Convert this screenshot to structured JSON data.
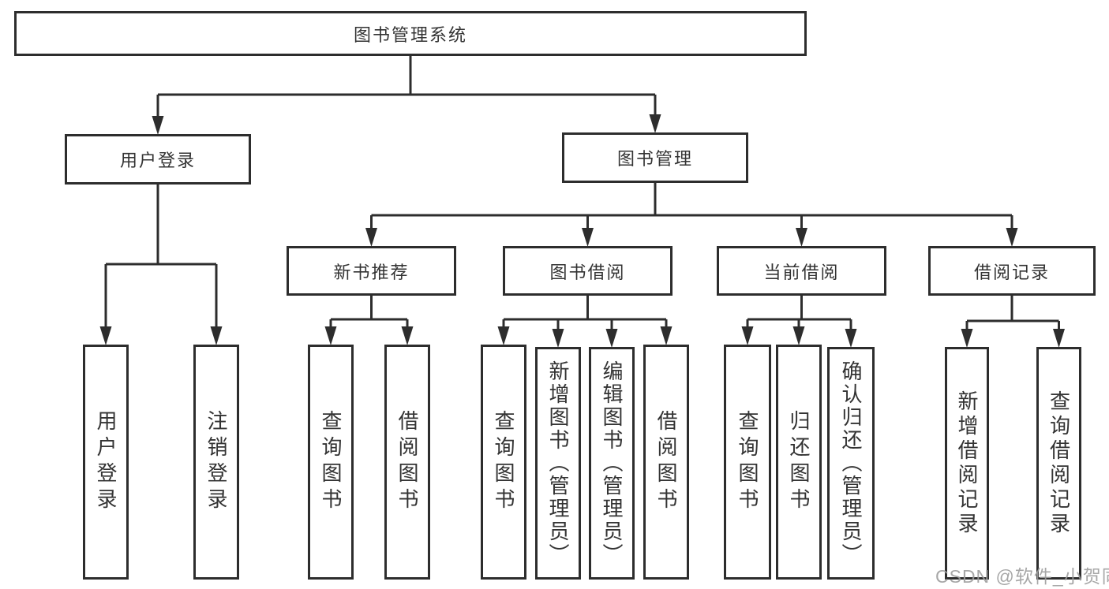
{
  "diagram": {
    "title": "图书管理系统",
    "nodes": [
      {
        "id": "root",
        "label": "图书管理系统"
      },
      {
        "id": "user-login",
        "label": "用户登录"
      },
      {
        "id": "book-mgmt",
        "label": "图书管理"
      },
      {
        "id": "new-book-rec",
        "label": "新书推荐"
      },
      {
        "id": "book-borrow",
        "label": "图书借阅"
      },
      {
        "id": "current-borrow",
        "label": "当前借阅"
      },
      {
        "id": "borrow-records",
        "label": "借阅记录"
      },
      {
        "id": "leaf-user-login",
        "label": "用户登录",
        "vertical": true
      },
      {
        "id": "leaf-logout",
        "label": "注销登录",
        "vertical": true
      },
      {
        "id": "leaf-query-book-1",
        "label": "查询图书",
        "vertical": true
      },
      {
        "id": "leaf-borrow-book-1",
        "label": "借阅图书",
        "vertical": true
      },
      {
        "id": "leaf-query-book-2",
        "label": "查询图书",
        "vertical": true
      },
      {
        "id": "leaf-add-book",
        "label": "新增图书（管理员）",
        "vertical": true
      },
      {
        "id": "leaf-edit-book",
        "label": "编辑图书（管理员）",
        "vertical": true
      },
      {
        "id": "leaf-borrow-book-2",
        "label": "借阅图书",
        "vertical": true
      },
      {
        "id": "leaf-query-book-3",
        "label": "查询图书",
        "vertical": true
      },
      {
        "id": "leaf-return-book",
        "label": "归还图书",
        "vertical": true
      },
      {
        "id": "leaf-confirm-return",
        "label": "确认归还（管理员）",
        "vertical": true
      },
      {
        "id": "leaf-add-borrow-record",
        "label": "新增借阅记录",
        "vertical": true
      },
      {
        "id": "leaf-query-borrow-record",
        "label": "查询借阅记录",
        "vertical": true
      }
    ],
    "edges": [
      {
        "from": "root",
        "to": [
          "user-login",
          "book-mgmt"
        ]
      },
      {
        "from": "user-login",
        "to": [
          "leaf-user-login",
          "leaf-logout"
        ]
      },
      {
        "from": "book-mgmt",
        "to": [
          "new-book-rec",
          "book-borrow",
          "current-borrow",
          "borrow-records"
        ]
      },
      {
        "from": "new-book-rec",
        "to": [
          "leaf-query-book-1",
          "leaf-borrow-book-1"
        ]
      },
      {
        "from": "book-borrow",
        "to": [
          "leaf-query-book-2",
          "leaf-add-book",
          "leaf-edit-book",
          "leaf-borrow-book-2"
        ]
      },
      {
        "from": "current-borrow",
        "to": [
          "leaf-query-book-3",
          "leaf-return-book",
          "leaf-confirm-return"
        ]
      },
      {
        "from": "borrow-records",
        "to": [
          "leaf-add-borrow-record",
          "leaf-query-borrow-record"
        ]
      }
    ]
  },
  "watermark": {
    "text": "CSDN @软件_小贺同学"
  },
  "colors": {
    "line": "#2d2d2d",
    "border": "#2d2d2d",
    "text": "#333333",
    "watermark": "#9e9e9e",
    "background": "#ffffff"
  }
}
